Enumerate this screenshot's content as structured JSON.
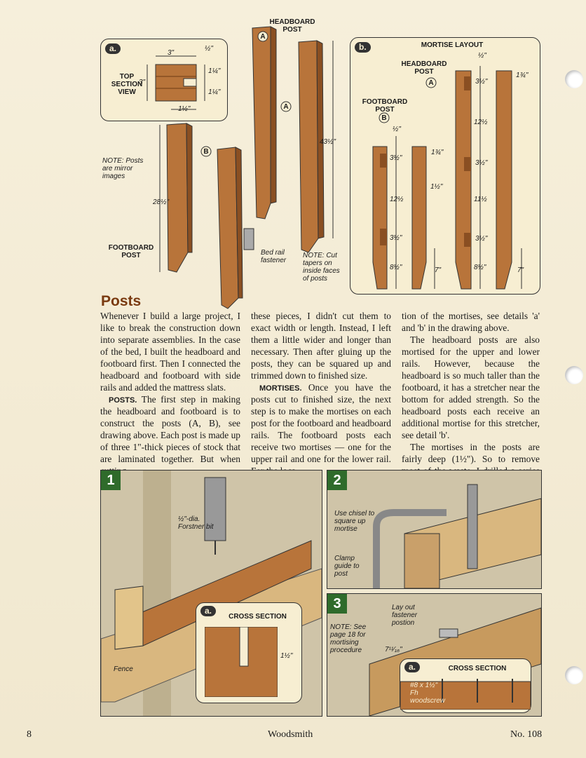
{
  "detail_a": {
    "badge": "a.",
    "view_label": "TOP SECTION VIEW",
    "dims": [
      "3\"",
      "½\"",
      "1¼\"",
      "3\"",
      "1¼\"",
      "1½\""
    ]
  },
  "posts_figure": {
    "headboard_label": "HEADBOARD POST",
    "callout_a": "A",
    "callout_b": "B",
    "note_mirror": "NOTE: Posts are mirror images",
    "dim_285": "28½\"",
    "dim_435": "43½\"",
    "footboard_label": "FOOTBOARD POST",
    "bed_rail_label": "Bed rail fastener",
    "note_taper": "NOTE: Cut tapers on inside faces of posts"
  },
  "detail_b": {
    "badge": "b.",
    "title": "MORTISE LAYOUT",
    "headboard_label": "HEADBOARD POST",
    "footboard_label": "FOOTBOARD POST",
    "callout_a": "A",
    "callout_b": "B",
    "dims": [
      "½\"",
      "1¾\"",
      "3½\"",
      "12½",
      "3½\"",
      "11½",
      "3½\"",
      "8½\"",
      "7\"",
      "½\"",
      "3½\"",
      "1¾\"",
      "1½\"",
      "12½",
      "3½\"",
      "8½\"",
      "7\""
    ]
  },
  "article": {
    "heading": "Posts",
    "col1_p1": "Whenever I build a large project, I like to break the construction down into separate assemblies. In the case of the bed, I built the headboard and footboard first. Then I connected the headboard and footboard with side rails and added the mattress slats.",
    "col1_p2_runin": "POSTS.",
    "col1_p2": " The first step in making the headboard and footboard is to construct the posts (A, B), see drawing above. Each post is made up of three 1\"-thick pieces of stock that are laminated together. But when cutting",
    "col2_p1": "these pieces, I didn't cut them to exact width or length. Instead, I left them a little wider and longer than necessary. Then after gluing up the posts, they can be squared up and trimmed down to finished size.",
    "col2_p2_runin": "MORTISES.",
    "col2_p2": " Once you have the posts cut to finished size, the next step is to make the mortises on each post for the footboard and headboard rails. The footboard posts each receive two mortises — one for the upper rail and one for the lower rail. For the loca-",
    "col3_p1": "tion of the mortises, see details 'a' and 'b' in the drawing above.",
    "col3_p2": "The headboard posts are also mortised for the upper and lower rails. However, because the headboard is so much taller than the footboard, it has a stretcher near the bottom for added strength. So the headboard posts each receive an additional mortise for this stretcher, see detail 'b'.",
    "col3_p3": "The mortises in the posts are fairly deep (1½\"). So to remove most of the waste, I drilled a series of over-"
  },
  "photo1": {
    "step": "1",
    "bit_label": "½\"-dia. Forstner bit",
    "fence_label": "Fence",
    "inset_badge": "a.",
    "inset_title": "CROSS SECTION",
    "inset_dim": "1½\""
  },
  "photo2": {
    "step": "2",
    "chisel_label": "Use chisel to square up mortise",
    "clamp_label": "Clamp guide to post"
  },
  "photo3": {
    "step": "3",
    "layout_label": "Lay out fastener postion",
    "note": "NOTE: See page 18 for mortising procedure",
    "dim": "7¹¹⁄₁₆\"",
    "inset_badge": "a.",
    "inset_title": "CROSS SECTION",
    "screw_label": "#8 x 1½\" Fh woodscrew"
  },
  "footer": {
    "page_number": "8",
    "magazine": "Woodsmith",
    "issue": "No. 108"
  },
  "colors": {
    "wood": "#b8743a",
    "wood_dark": "#8a4f22",
    "heading": "#7a3a10",
    "step_badge": "#2f6b2b"
  }
}
